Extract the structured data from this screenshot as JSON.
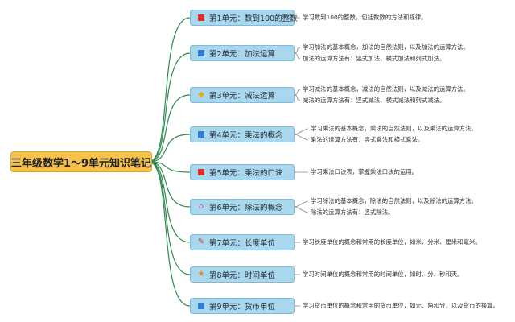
{
  "root": {
    "title": "三年级数学1～9单元知识笔记"
  },
  "colors": {
    "branch": "#2f8a50",
    "root_fill": "#f6c24a",
    "unit_fill": "#a9d7ee"
  },
  "units": [
    {
      "icon": "red-flag-square-icon",
      "icon_color": "#d9302b",
      "label": "第1单元：数到100的整数",
      "notes": [
        "学习数到100的整数，包括数数的方法和规律。"
      ]
    },
    {
      "icon": "blue-square-icon",
      "icon_color": "#2d7fd1",
      "label": "第2单元：加法运算",
      "notes": [
        "学习加法的基本概念，加法的自然法则，以及加法的运算方法。",
        "加法的运算方法有：竖式加法、横式加法和列式加法。"
      ]
    },
    {
      "icon": "gem-icon",
      "icon_color": "#e8a81a",
      "label": "第3单元：减法运算",
      "notes": [
        "学习减法的基本概念，减法的自然法则，以及减法的运算方法。",
        "减法的运算方法有：竖式减法、横式减法和列式减法。"
      ]
    },
    {
      "icon": "blue-square-icon",
      "icon_color": "#2d7fd1",
      "label": "第4单元：乘法的概念",
      "notes": [
        "学习乘法的基本概念，乘法的自然法则，以及乘法的运算方法。",
        "乘法的运算方法有：竖式乘法和横式乘法。"
      ]
    },
    {
      "icon": "red-flag-square-icon",
      "icon_color": "#d9302b",
      "label": "第5单元：乘法的口诀",
      "notes": [
        "学习乘法口诀表，掌握乘法口诀的运用。"
      ]
    },
    {
      "icon": "home-icon",
      "icon_color": "#b04a8a",
      "label": "第6单元：除法的概念",
      "notes": [
        "学习除法的基本概念，除法的自然法则，以及除法的运算方法。",
        "除法的运算方法有：竖式除法。"
      ]
    },
    {
      "icon": "ruler-icon",
      "icon_color": "#c0392b",
      "label": "第7单元：长度单位",
      "notes": [
        "学习长度单位的概念和常用的长度单位，如米、分米、厘米和毫米。"
      ]
    },
    {
      "icon": "star-icon",
      "icon_color": "#e0862a",
      "label": "第8单元：时间单位",
      "notes": [
        "学习时间单位的概念和常用的时间单位，如时、分、秒和天。"
      ]
    },
    {
      "icon": "blue-square-icon",
      "icon_color": "#2d7fd1",
      "label": "第9单元：货币单位",
      "notes": [
        "学习货币单位的概念和常用的货币单位，如元、角和分，以及货币的换算。"
      ]
    }
  ]
}
